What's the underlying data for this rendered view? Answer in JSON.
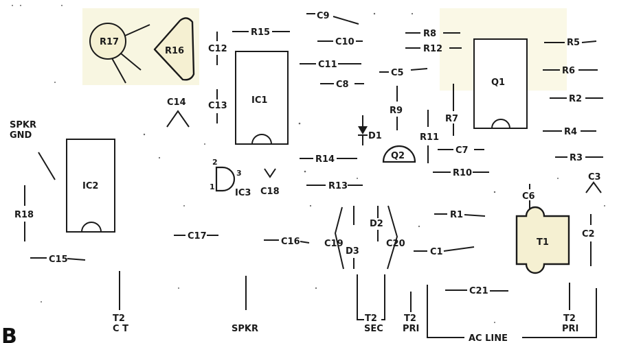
{
  "figure_letter": "B",
  "colors": {
    "ink": "#1a1a1a",
    "pad_tint": "#f3efc8",
    "paper": "#ffffff"
  },
  "components": {
    "R17": "R17",
    "R16": "R16",
    "R15": "R15",
    "R14": "R14",
    "R13": "R13",
    "R12": "R12",
    "R11": "R11",
    "R10": "R10",
    "R9": "R9",
    "R8": "R8",
    "R7": "R7",
    "R6": "R6",
    "R5": "R5",
    "R4": "R4",
    "R3": "R3",
    "R2": "R2",
    "R1": "R1",
    "R18": "R18",
    "C1": "C1",
    "C2": "C2",
    "C3": "C3",
    "C5": "C5",
    "C6": "C6",
    "C7": "C7",
    "C8": "C8",
    "C9": "C9",
    "C10": "C10",
    "C11": "C11",
    "C12": "C12",
    "C13": "C13",
    "C14": "C14",
    "C15": "C15",
    "C16": "C16",
    "C17": "C17",
    "C18": "C18",
    "C19": "C19",
    "C20": "C20",
    "C21": "C21",
    "IC1": "IC1",
    "IC2": "IC2",
    "IC3": "IC3",
    "Q1": "Q1",
    "Q2": "Q2",
    "T1": "T1",
    "D1": "D1",
    "D2": "D2",
    "D3": "D3"
  },
  "ic3_pins": {
    "p1": "1",
    "p2": "2",
    "p3": "3"
  },
  "terminals": {
    "spkr_gnd_line1": "SPKR",
    "spkr_gnd_line2": "GND",
    "t2_ct_line1": "T2",
    "t2_ct_line2": "C T",
    "spkr": "SPKR",
    "t2_sec_line1": "T2",
    "t2_sec_line2": "SEC",
    "t2_pri_left_line1": "T2",
    "t2_pri_left_line2": "PRI",
    "t2_pri_right_line1": "T2",
    "t2_pri_right_line2": "PRI",
    "ac_line": "AC LINE"
  }
}
